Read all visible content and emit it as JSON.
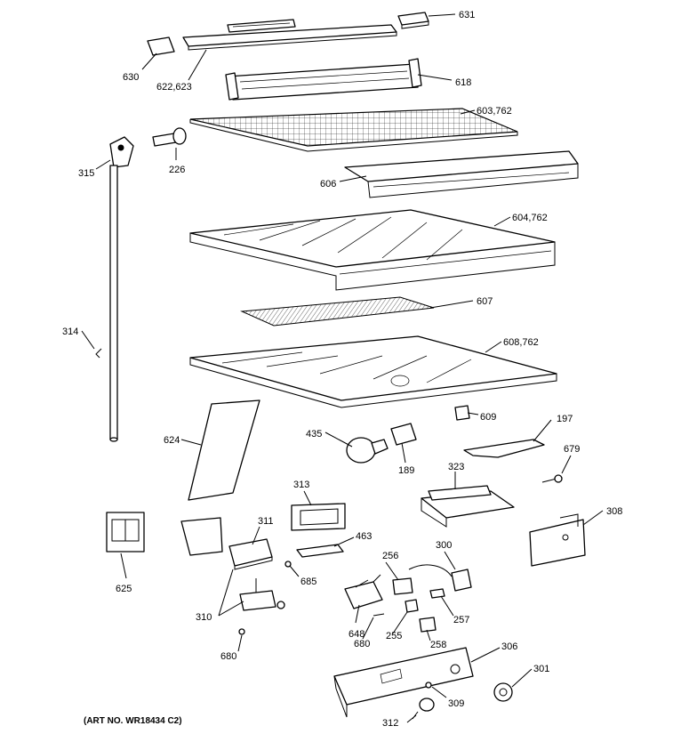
{
  "diagram": {
    "background": "#ffffff",
    "ink": "#000000",
    "art_number": "(ART NO. WR18434 C2)",
    "callouts": {
      "c631": "631",
      "c630": "630",
      "c622": "622,623",
      "c618": "618",
      "c603": "603,762",
      "c315": "315",
      "c226": "226",
      "c606": "606",
      "c604": "604,762",
      "c607": "607",
      "c314": "314",
      "c608": "608,762",
      "c609": "609",
      "c197": "197",
      "c624": "624",
      "c435": "435",
      "c189": "189",
      "c679": "679",
      "c323": "323",
      "c313": "313",
      "c308": "308",
      "c311": "311",
      "c463": "463",
      "c300": "300",
      "c256": "256",
      "c625": "625",
      "c685": "685",
      "c310": "310",
      "c648": "648",
      "c257": "257",
      "c255": "255",
      "c680a": "680",
      "c258": "258",
      "c306": "306",
      "c680b": "680",
      "c301": "301",
      "c309": "309",
      "c312": "312"
    }
  }
}
